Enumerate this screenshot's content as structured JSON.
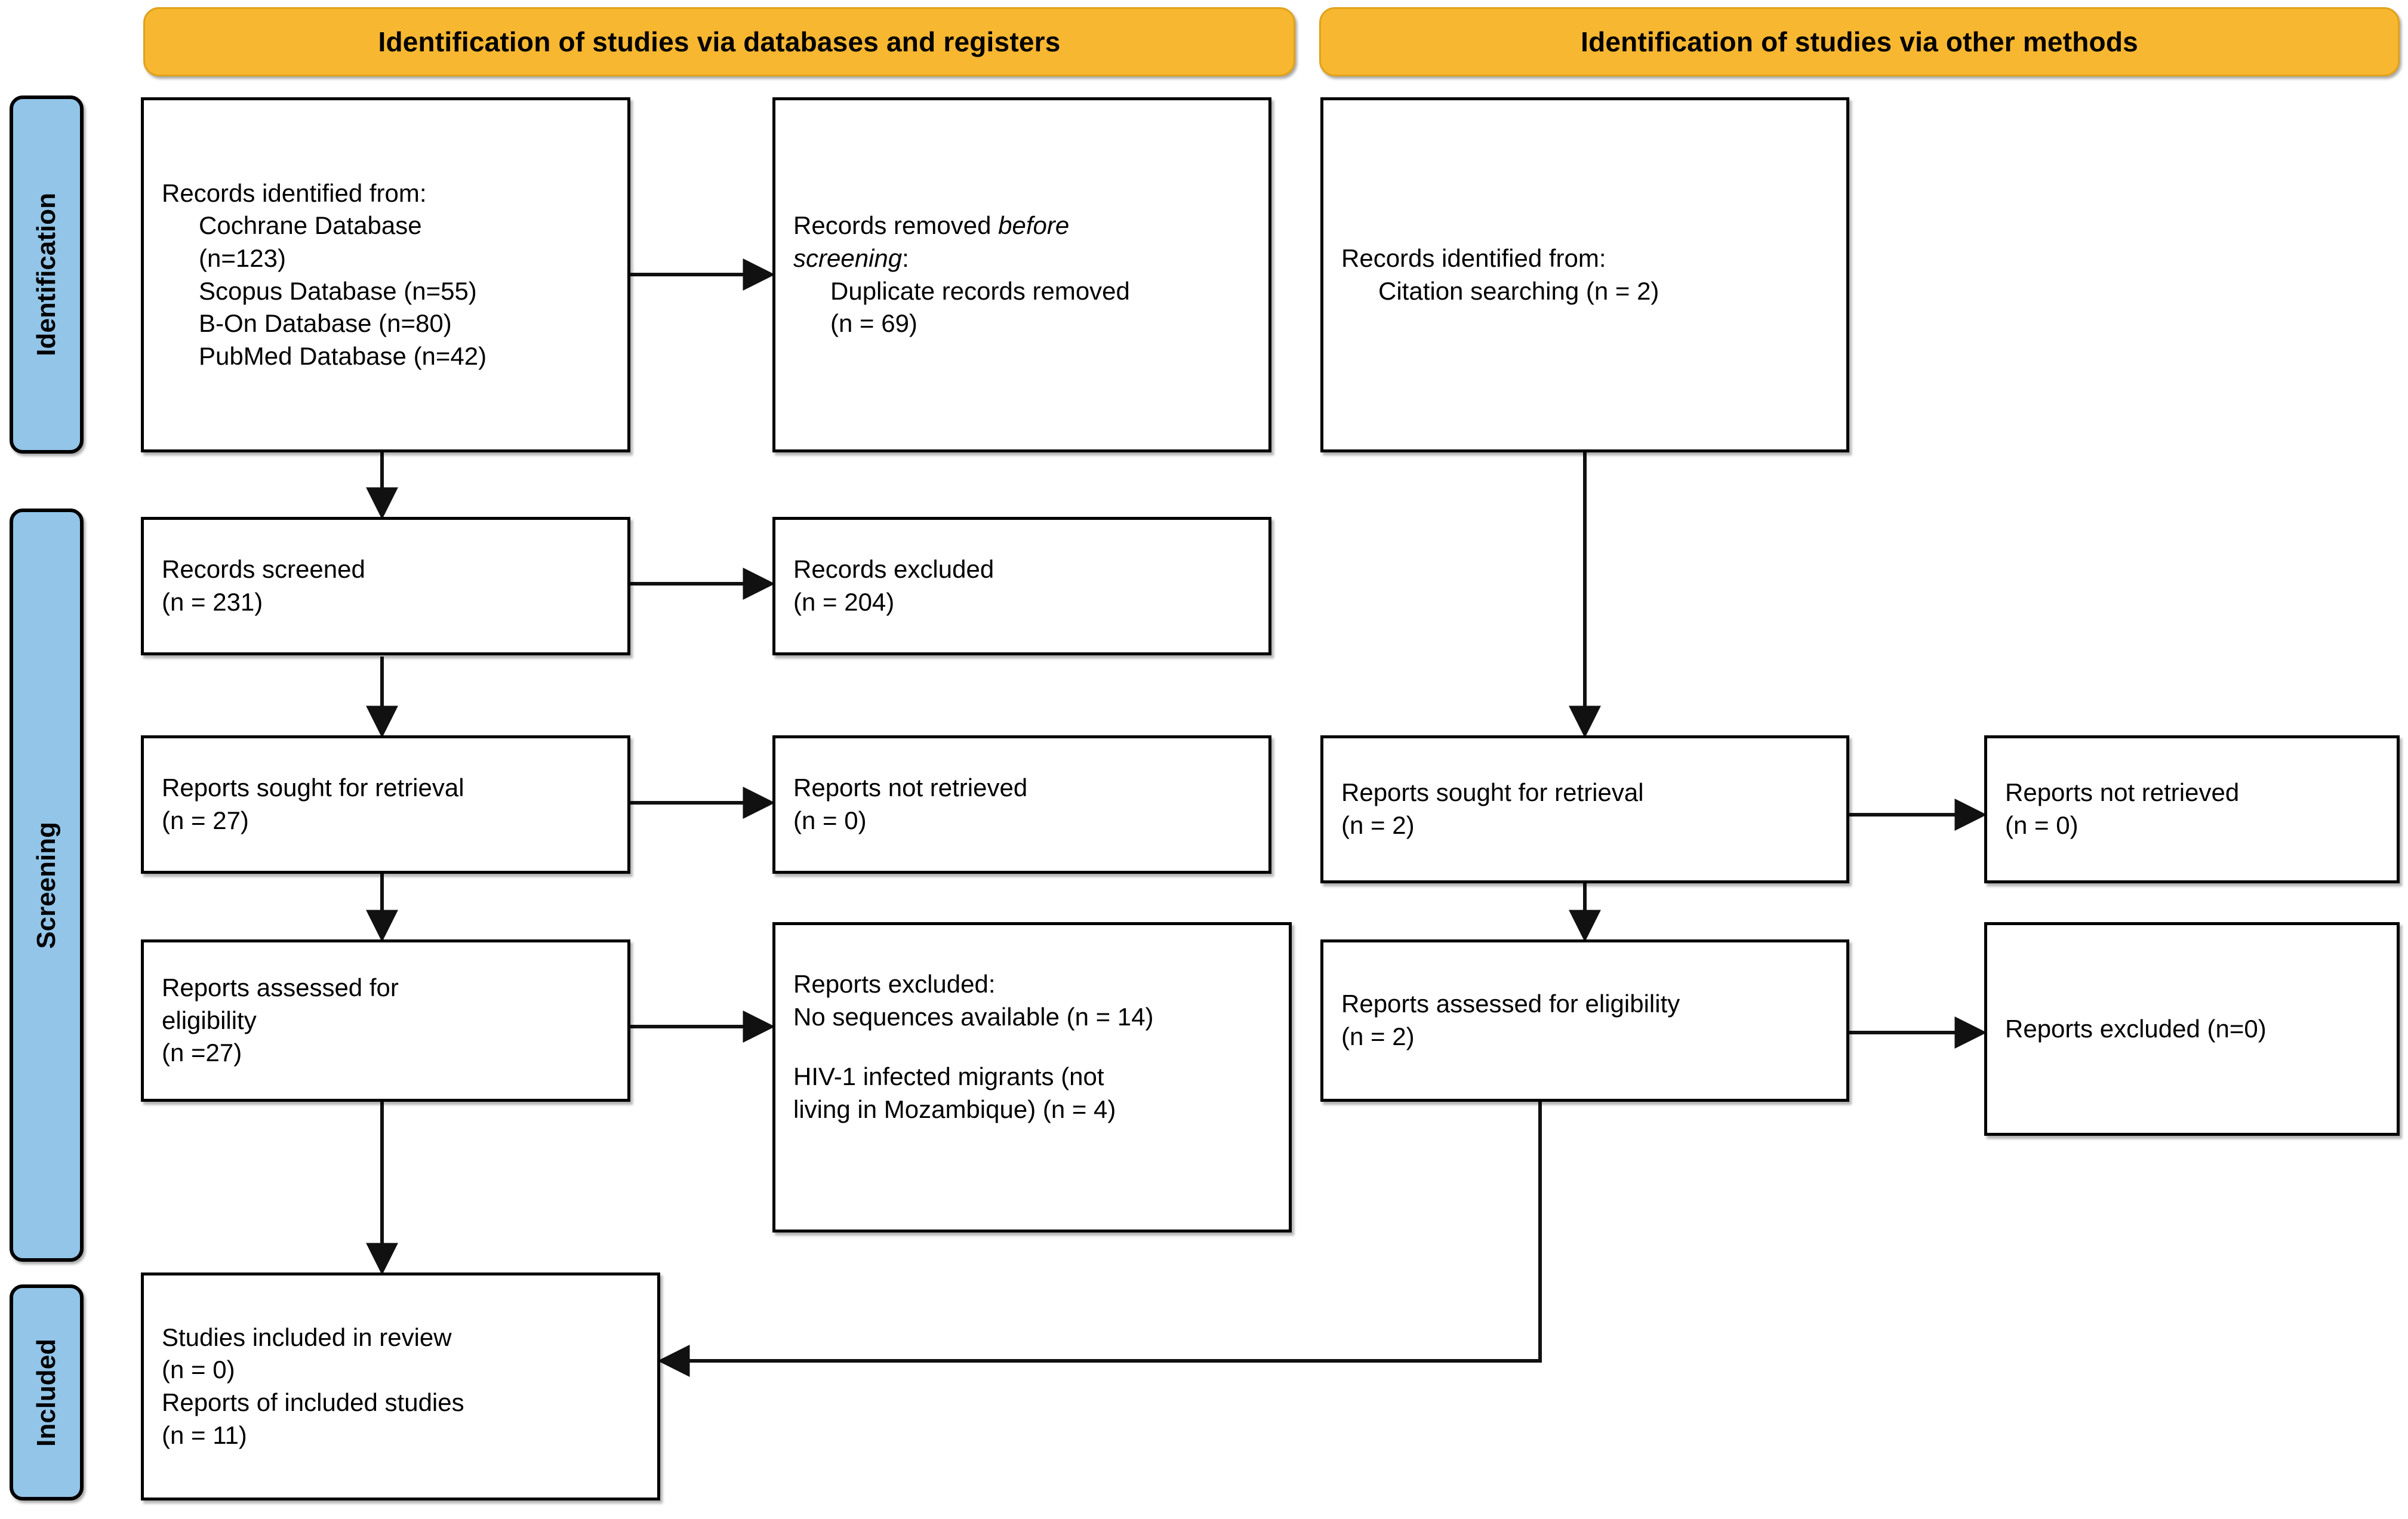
{
  "diagram": {
    "title": "PRISMA 2020 flow diagram",
    "colors": {
      "banner_fill": "#f7b731",
      "rail_fill": "#92c5e8",
      "box_border": "#000000",
      "background": "#ffffff"
    }
  },
  "banners": [
    {
      "id": "databases",
      "label": "Identification of studies via databases and registers"
    },
    {
      "id": "other",
      "label": "Identification of studies via other methods"
    }
  ],
  "rails": [
    {
      "id": "identification",
      "label": "Identification"
    },
    {
      "id": "screening",
      "label": "Screening"
    },
    {
      "id": "included",
      "label": "Included"
    }
  ],
  "boxes": {
    "records_identified_db": {
      "name": "Records identified from (databases)",
      "lines": [
        {
          "text": "Records identified from:",
          "indent": false
        },
        {
          "text": "Cochrane Database",
          "indent": true
        },
        {
          "text": "(n=123)",
          "indent": true
        },
        {
          "text": "Scopus Database (n=55)",
          "indent": true
        },
        {
          "text": "B-On Database (n=80)",
          "indent": true
        },
        {
          "text": "PubMed Database (n=42)",
          "indent": true
        }
      ]
    },
    "records_removed": {
      "name": "Records removed before screening",
      "lines": [
        {
          "text": "Records removed ",
          "italic_tail": "before",
          "indent": false
        },
        {
          "text": "screening",
          "italic_head": true,
          "tail": ":",
          "indent": false
        },
        {
          "text": "Duplicate records removed",
          "indent": true
        },
        {
          "text": "(n = 69)",
          "indent": true
        }
      ]
    },
    "records_identified_other": {
      "name": "Records identified from (other methods)",
      "lines": [
        {
          "text": "Records identified from:",
          "indent": false
        },
        {
          "text": "Citation searching (n = 2)",
          "indent": true
        }
      ]
    },
    "records_screened": {
      "name": "Records screened",
      "lines": [
        {
          "text": "Records screened",
          "indent": false
        },
        {
          "text": "(n = 231)",
          "indent": false
        }
      ]
    },
    "records_excluded": {
      "name": "Records excluded",
      "lines": [
        {
          "text": "Records excluded",
          "indent": false
        },
        {
          "text": "(n = 204)",
          "indent": false
        }
      ]
    },
    "reports_sought_db": {
      "name": "Reports sought for retrieval (databases)",
      "lines": [
        {
          "text": "Reports sought for retrieval",
          "indent": false
        },
        {
          "text": "(n = 27)",
          "indent": false
        }
      ]
    },
    "reports_not_retrieved_db": {
      "name": "Reports not retrieved (databases)",
      "lines": [
        {
          "text": "Reports not retrieved",
          "indent": false
        },
        {
          "text": "(n = 0)",
          "indent": false
        }
      ]
    },
    "reports_assessed_db": {
      "name": "Reports assessed for eligibility (databases)",
      "lines": [
        {
          "text": "Reports assessed for",
          "indent": false
        },
        {
          "text": "eligibility",
          "indent": false
        },
        {
          "text": "(n =27)",
          "indent": false
        }
      ]
    },
    "reports_excluded_db": {
      "name": "Reports excluded (databases)",
      "lines": [
        {
          "text": "Reports excluded:",
          "indent": false
        },
        {
          "text": "No sequences available (n = 14)",
          "indent": false
        },
        {
          "text": "HIV-1 infected migrants (not",
          "indent": false,
          "gap": true
        },
        {
          "text": "living in Mozambique) (n = 4)",
          "indent": false
        }
      ]
    },
    "reports_sought_other": {
      "name": "Reports sought for retrieval (other)",
      "lines": [
        {
          "text": "Reports sought for retrieval",
          "indent": false
        },
        {
          "text": "(n = 2)",
          "indent": false
        }
      ]
    },
    "reports_not_retrieved_other": {
      "name": "Reports not retrieved (other)",
      "lines": [
        {
          "text": "Reports not retrieved",
          "indent": false
        },
        {
          "text": "(n = 0)",
          "indent": false
        }
      ]
    },
    "reports_assessed_other": {
      "name": "Reports assessed for eligibility (other)",
      "lines": [
        {
          "text": "Reports assessed for eligibility",
          "indent": false
        },
        {
          "text": "(n = 2)",
          "indent": false
        }
      ]
    },
    "reports_excluded_other": {
      "name": "Reports excluded (other)",
      "lines": [
        {
          "text": "Reports excluded (n=0)",
          "indent": false
        }
      ]
    },
    "studies_included": {
      "name": "Studies included in review",
      "lines": [
        {
          "text": "Studies included in review",
          "indent": false
        },
        {
          "text": "(n = 0)",
          "indent": false
        },
        {
          "text": "Reports of included studies",
          "indent": false
        },
        {
          "text": "(n = 11)",
          "indent": false
        }
      ]
    }
  },
  "chart_data": {
    "type": "table",
    "title": "PRISMA 2020 flow of information",
    "counts": {
      "cochrane_database": 123,
      "scopus_database": 55,
      "bon_database": 80,
      "pubmed_database": 42,
      "duplicate_records_removed": 69,
      "records_screened": 231,
      "records_excluded": 204,
      "reports_sought_for_retrieval_db": 27,
      "reports_not_retrieved_db": 0,
      "reports_assessed_for_eligibility_db": 27,
      "reports_excluded_no_sequences_available": 14,
      "reports_excluded_hiv1_infected_migrants": 4,
      "citation_searching": 2,
      "reports_sought_for_retrieval_other": 2,
      "reports_not_retrieved_other": 0,
      "reports_assessed_for_eligibility_other": 2,
      "reports_excluded_other": 0,
      "studies_included_in_review": 0,
      "reports_of_included_studies": 11
    }
  }
}
